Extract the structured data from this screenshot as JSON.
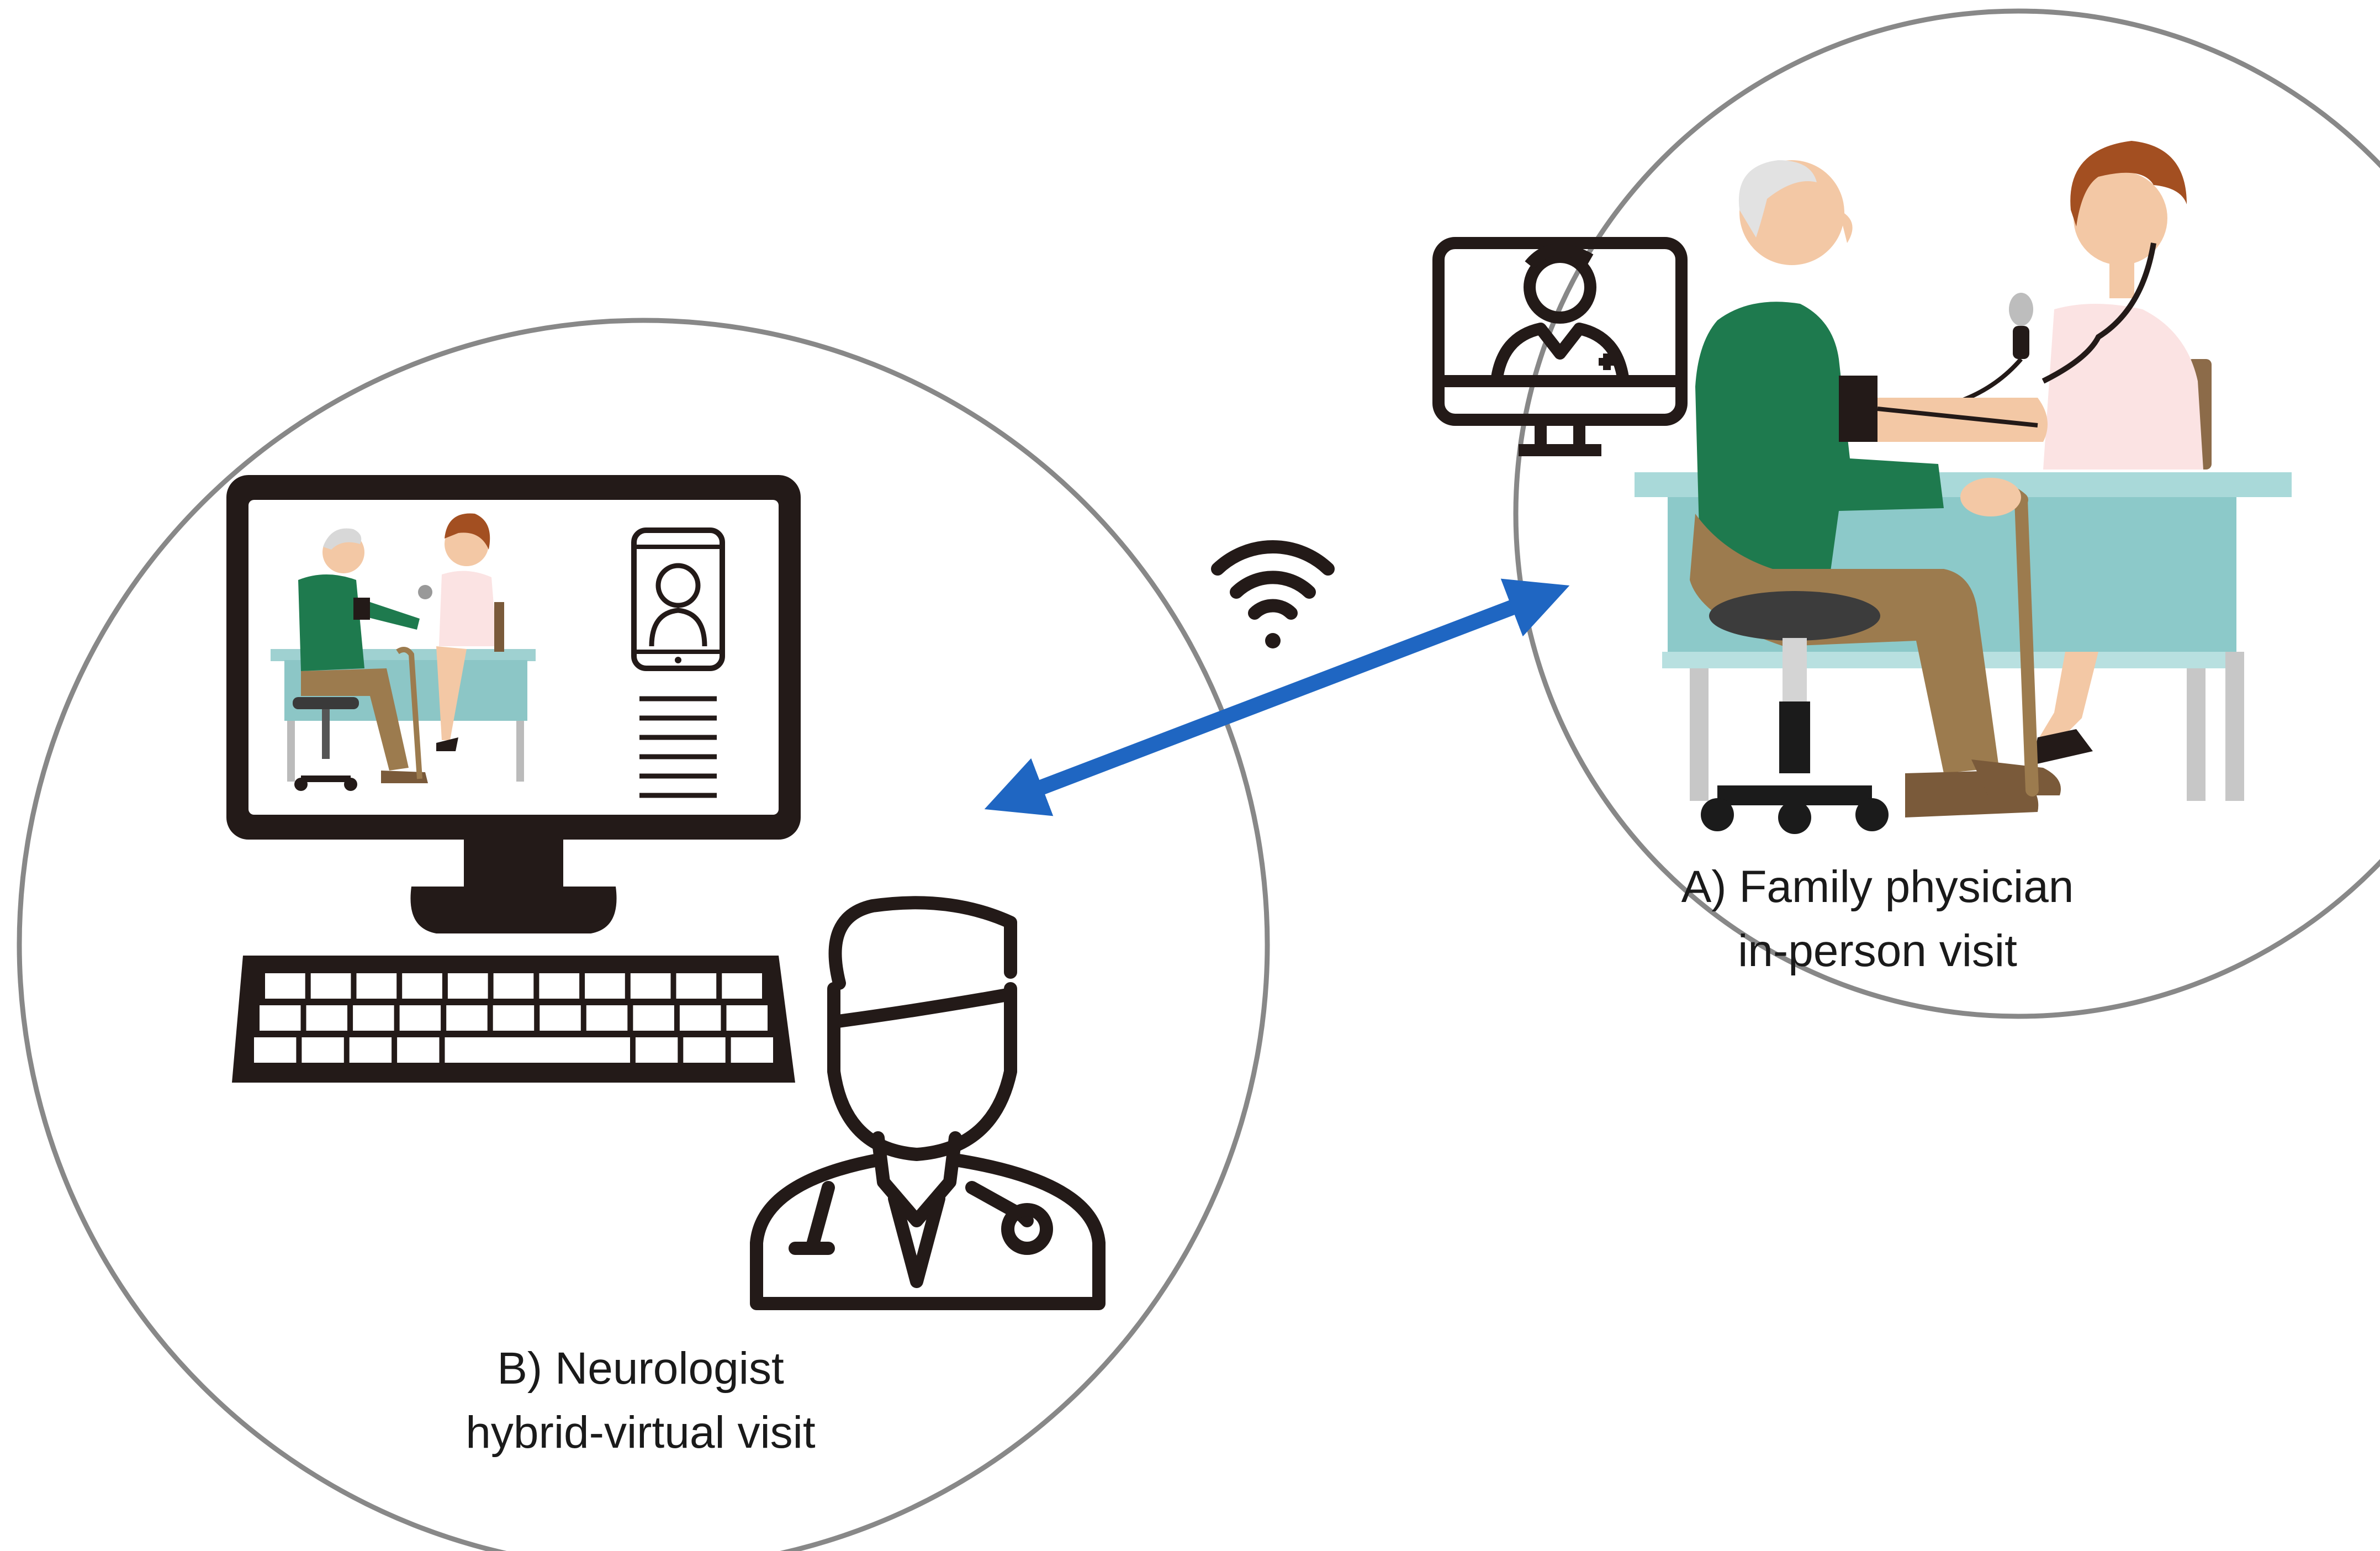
{
  "labels": {
    "family_physician": {
      "line1": "A) Family physician",
      "line2": "in-person visit"
    },
    "neurologist": {
      "line1": "B) Neurologist",
      "line2": "hybrid-virtual visit"
    }
  },
  "icons": {
    "connection": "wifi-icon",
    "link": "bidirectional-arrow",
    "remote_doctor": "doctor-monitor-icon",
    "neurologist": "doctor-stethoscope-icon",
    "workstation": "desktop-computer-icon",
    "phone": "smartphone-doctor-icon"
  },
  "colors": {
    "arrow": "#1f66c2",
    "circle_outline": "#888888",
    "icon_dark": "#231a18",
    "patient_shirt": "#1e7a4e",
    "patient_pants": "#9c7b4e",
    "desk": "#a9d9d9",
    "physician_blouse": "#fbe3e3",
    "physician_hair": "#a34f21"
  }
}
